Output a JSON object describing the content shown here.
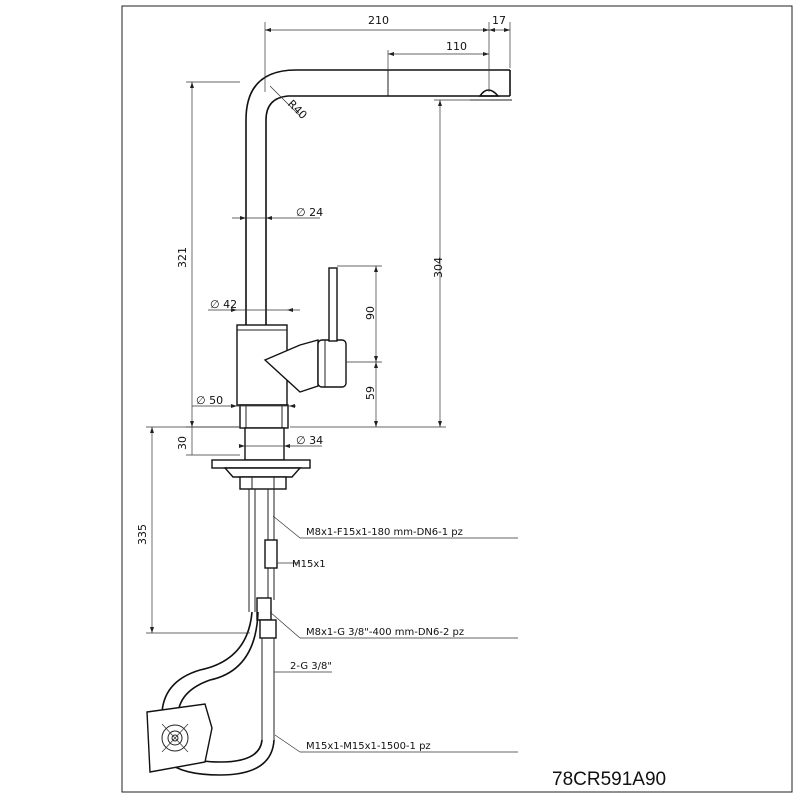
{
  "dimensions": {
    "d210": "210",
    "d17": "17",
    "d110": "110",
    "r40": "R40",
    "d24": "∅ 24",
    "d321": "321",
    "d304": "304",
    "d90": "90",
    "d42": "∅ 42",
    "d59": "59",
    "d50": "∅ 50",
    "d30": "30",
    "d34": "∅ 34",
    "d335": "335"
  },
  "callouts": {
    "hose1": "M8x1-F15x1-180 mm-DN6-1 pz",
    "fitting": "M15x1",
    "hose2": "M8x1-G 3/8\"-400 mm-DN6-2 pz",
    "inlet": "2-G 3/8\"",
    "hose3": "M15x1-M15x1-1500-1 pz"
  },
  "model_code": "78CR591A90"
}
